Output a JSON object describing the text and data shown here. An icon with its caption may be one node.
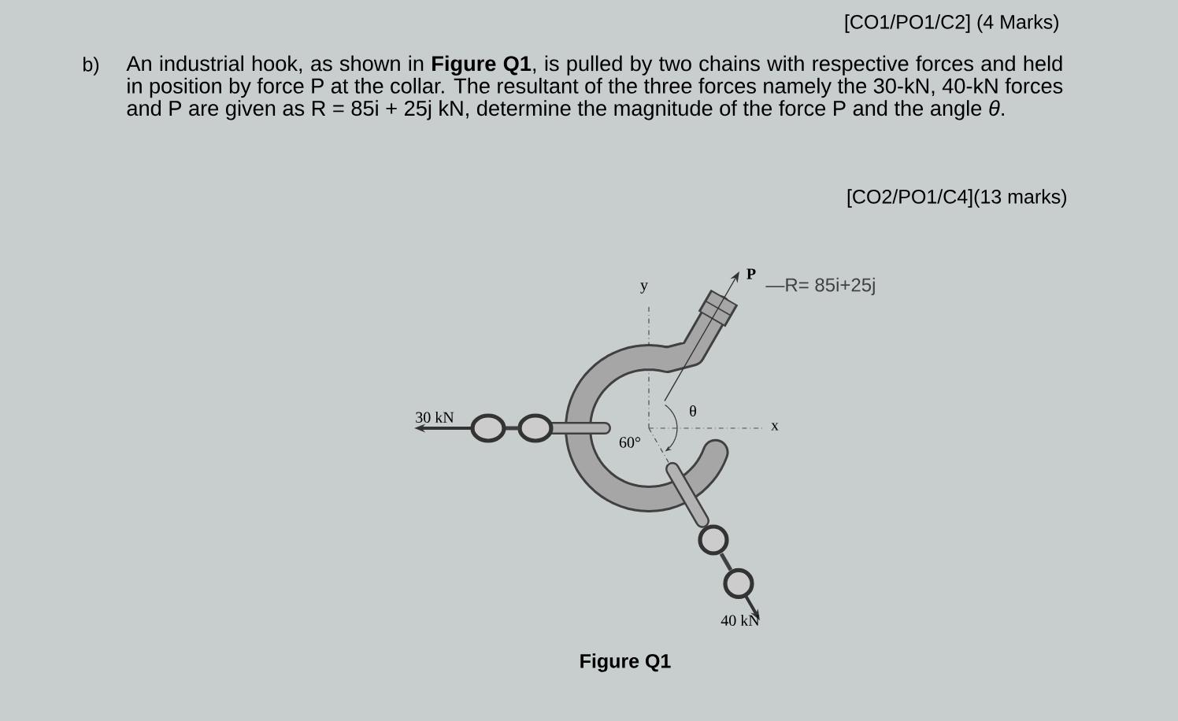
{
  "diagram": {
    "caption": "Figure Q1",
    "labels": [
      "[CO1/PO1/C2] (4 Marks)",
      "b)",
      "An industrial hook, as shown in **Figure Q1**, is pulled by two chains with respective forces and held in position by force P at the collar. The resultant of the three forces namely the 30-kN, 40-kN forces and P are given as R = 85i + 25j kN, determine the magnitude of the force P and the angle *θ*.",
      "[CO2/PO1/C4](13 marks)",
      "y",
      "P",
      "—R= 85i+25j",
      "30 kN",
      "θ",
      "x",
      "60°",
      "40 kN"
    ]
  }
}
